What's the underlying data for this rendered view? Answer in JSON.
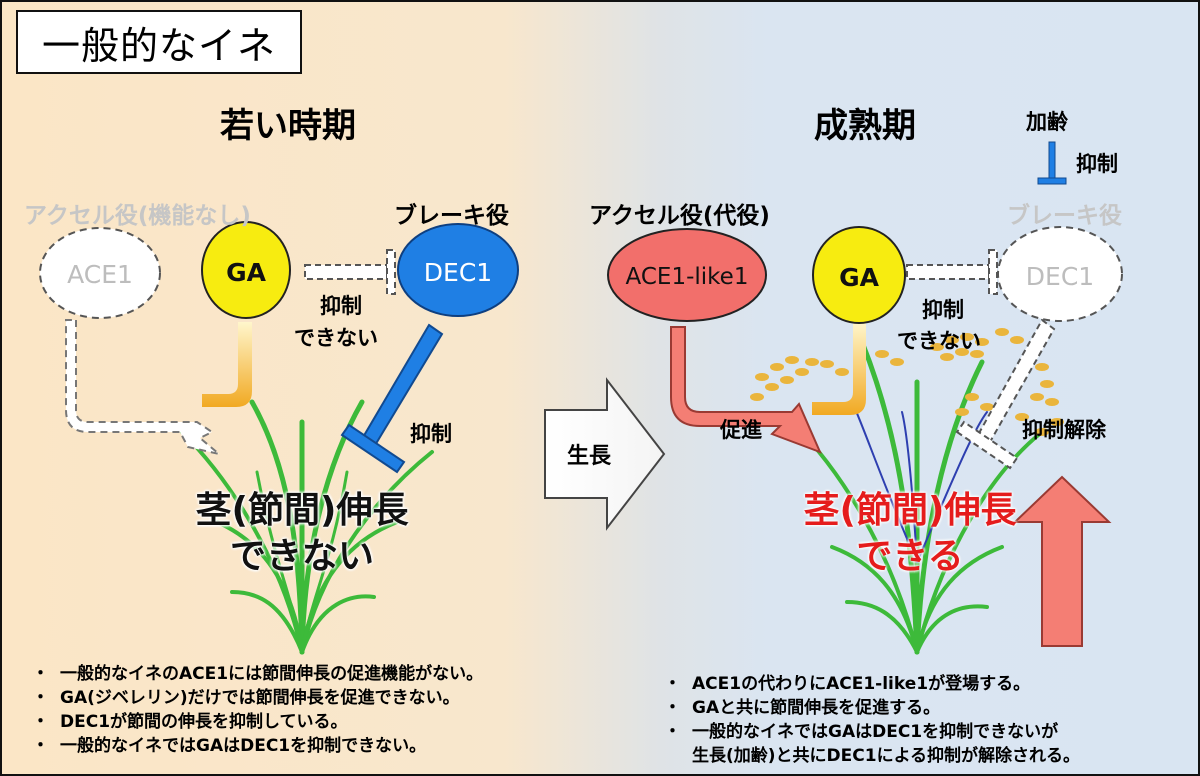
{
  "title": "一般的なイネ",
  "left": {
    "heading": "若い時期",
    "accel_label": "アクセル役(機能なし)",
    "brake_label": "ブレーキ役",
    "ace1": "ACE1",
    "ga": "GA",
    "dec1": "DEC1",
    "cannot_inhibit_1": "抑制",
    "cannot_inhibit_2": "できない",
    "inhibit": "抑制",
    "result_1": "茎(節間)伸長",
    "result_2": "できない"
  },
  "growth_label": "生長",
  "right": {
    "heading": "成熟期",
    "aging": "加齢",
    "aging_inhibit": "抑制",
    "accel_label": "アクセル役(代役)",
    "brake_label": "ブレーキ役",
    "ace1_like1": "ACE1-like1",
    "ga": "GA",
    "dec1": "DEC1",
    "cannot_inhibit_1": "抑制",
    "cannot_inhibit_2": "できない",
    "promote": "促進",
    "release": "抑制解除",
    "result_1": "茎(節間)伸長",
    "result_2": "できる"
  },
  "notes_left": [
    "一般的なイネのACE1には節間伸長の促進機能がない。",
    "GA(ジベレリン)だけでは節間伸長を促進できない。",
    "DEC1が節間の伸長を抑制している。",
    "一般的なイネではGAはDEC1を抑制できない。"
  ],
  "notes_right": [
    "ACE1の代わりにACE1-like1が登場する。",
    "GAと共に節間伸長を促進する。",
    "一般的なイネではGAはDEC1を抑制できないが",
    "生長(加齢)と共にDEC1による抑制が解除される。"
  ],
  "bullet": "・",
  "colors": {
    "ga": "#f7ec10",
    "dec1": "#1f7fe4",
    "ace1_like1": "#f26f6b",
    "arrow_gold": "#f3b12c",
    "red_arrow": "#f47e74",
    "leaf": "#3dba3a",
    "grain": "#e9b23a",
    "red_text": "#e51c1c"
  }
}
